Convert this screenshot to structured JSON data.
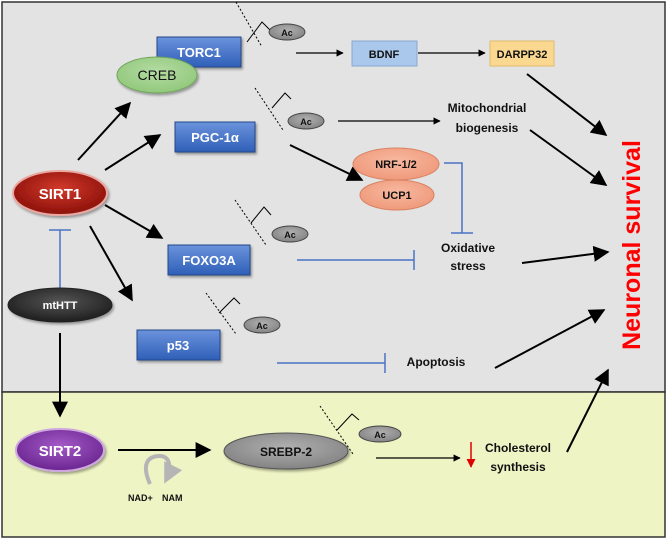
{
  "nodes": {
    "sirt1": "SIRT1",
    "mthtt": "mtHTT",
    "sirt2": "SIRT2",
    "torc1": "TORC1",
    "creb": "CREB",
    "pgc1a": "PGC-1α",
    "foxo3a": "FOXO3A",
    "p53": "p53",
    "bdnf": "BDNF",
    "darpp32": "DARPP32",
    "nrf12": "NRF-1/2",
    "ucp1": "UCP1",
    "srebp2": "SREBP-2"
  },
  "acetyl_label": "Ac",
  "outcomes": {
    "mito_line1": "Mitochondrial",
    "mito_line2": "biogenesis",
    "oxid_line1": "Oxidative",
    "oxid_line2": "stress",
    "apoptosis": "Apoptosis",
    "chol_line1": "Cholesterol",
    "chol_line2": "synthesis"
  },
  "cofactors": {
    "nad": "NAD+",
    "nam": "NAM"
  },
  "survival": "Neuronal survival",
  "colors": {
    "top_panel": "#e3e3e3",
    "bottom_panel": "#eef4c4",
    "sirt1": "#a3170f",
    "sirt2": "#7a2fa0",
    "mthtt": "#2e2e2e",
    "blue_box": "#3d6fc9",
    "bdnf_box": "#a9c8ec",
    "darpp_box": "#fbd890",
    "salmon": "#f2a386",
    "creb": "#9fd08c",
    "inhibit": "#4a73c4",
    "survival_text": "#ff0000"
  }
}
